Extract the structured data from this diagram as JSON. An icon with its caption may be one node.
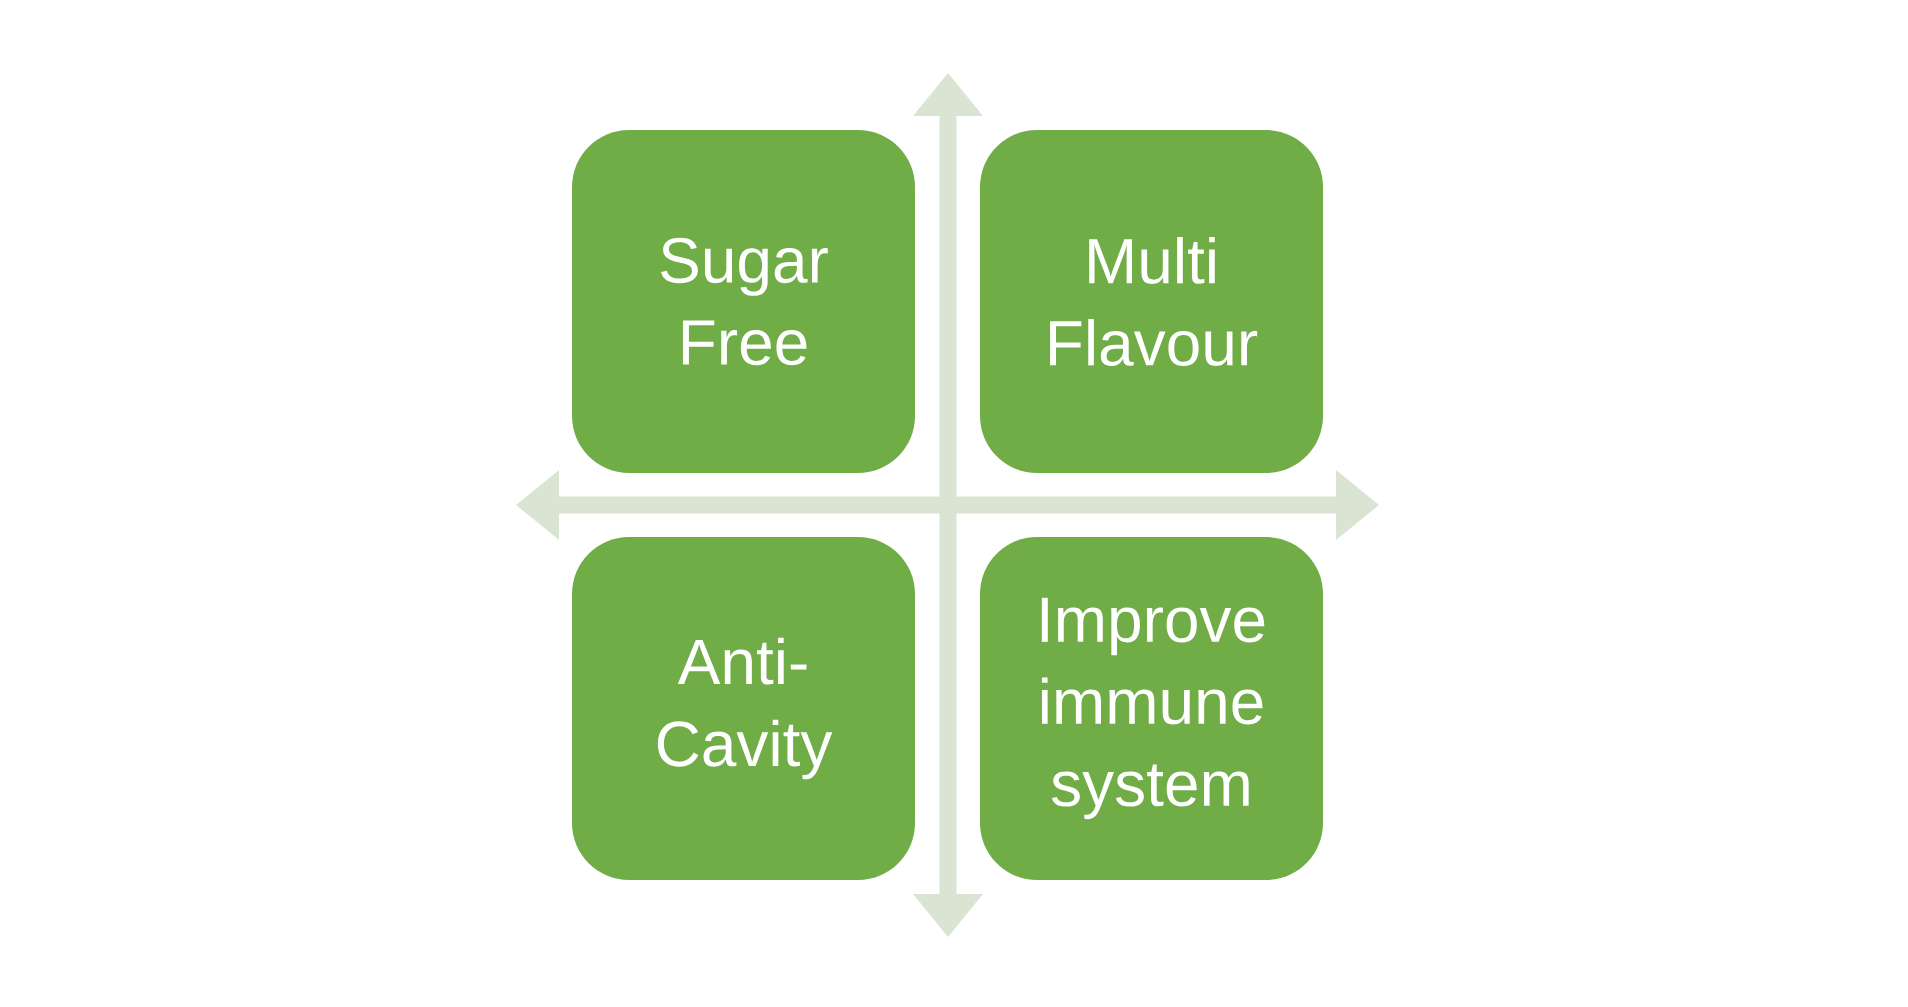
{
  "diagram": {
    "nodes": [
      {
        "text": [
          "Sugar Free"
        ]
      },
      {
        "text": [
          "Multi Flavour"
        ]
      },
      {
        "text": [
          "Anti-Cavity"
        ]
      },
      {
        "text": [
          "Improve immune system"
        ]
      }
    ]
  }
}
